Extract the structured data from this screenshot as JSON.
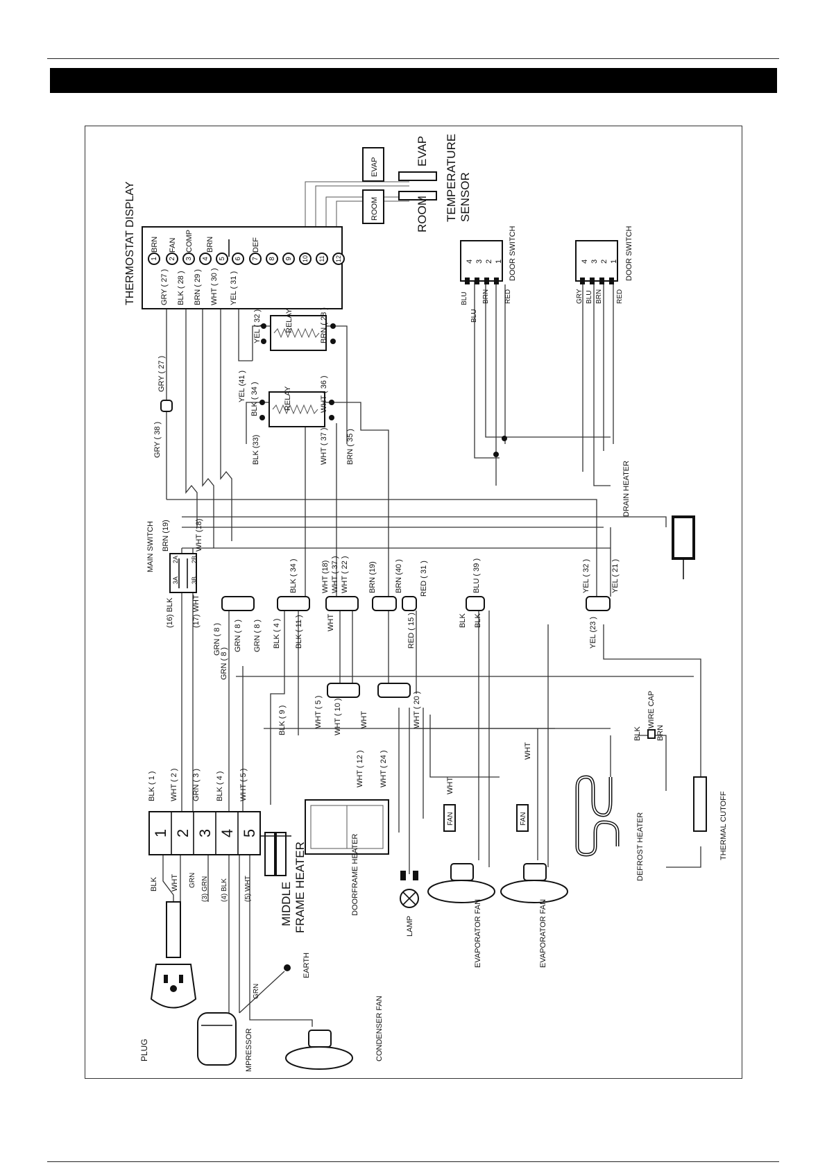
{
  "labels": {
    "thermostat_display": "THERMOSTAT DISPLAY",
    "brn_top": "BRN",
    "fan": "FAN",
    "comp": "COMP",
    "brn_term": "BRN",
    "def": "DEF",
    "gry27": "GRY ( 27 )",
    "blk28": "BLK ( 28 )",
    "brn29": "BRN ( 29 )",
    "wht30": "WHT ( 30 )",
    "yel31": "YEL ( 31 )",
    "t1": "1",
    "t2": "2",
    "t3": "3",
    "t4": "4",
    "t5": "5",
    "t6": "6",
    "t7": "7",
    "t8": "8",
    "t9": "9",
    "t10": "10",
    "t11": "11",
    "t12": "12",
    "evap_box": "EVAP",
    "room_box": "ROOM",
    "evap": "EVAP",
    "room": "ROOM",
    "temp_sensor_1": "TEMPERATURE",
    "temp_sensor_2": "SENSOR",
    "door_switch_1": "DOOR SWITCH",
    "door_switch_2": "DOOR SWITCH",
    "ds1_blu_a": "BLU",
    "ds1_blu_b": "BLU",
    "ds1_brn": "BRN",
    "ds1_red": "RED",
    "ds2_gry": "GRY",
    "ds2_blu": "BLU",
    "ds2_brn": "BRN",
    "ds2_red": "RED",
    "ds_n4": "4",
    "ds_n3": "3",
    "ds_n2": "2",
    "ds_n1": "1",
    "ds_m4": "4",
    "ds_m3": "3",
    "ds_m2": "2",
    "ds_m1": "1",
    "yel32_top": "YEL ( 32 )",
    "relay_1": "RELAY",
    "brn28": "BRN ( 28 )",
    "yel41": "YEL (41 )",
    "blk34_relay": "BLK ( 34 )",
    "relay_2": "RELAY",
    "wht36": "WHT ( 36 )",
    "gry27b": "GRY ( 27 )",
    "gry38": "GRY ( 38 )",
    "blk33": "BLK (33)",
    "wht37": "WHT ( 37 )",
    "brn35": "BRN ( 35 )",
    "drain_heater": "DRAIN HEATER",
    "main_switch": "MAIN SWITCH",
    "blk16": "(16) BLK",
    "wht17": "(17) WHT",
    "brn19": "BRN (19)",
    "wht18": "WHT (18)",
    "ms_3a": "3A",
    "ms_2a": "2A",
    "ms_3b": "3B",
    "ms_2b": "2B",
    "grn8a": "GRN ( 8 )",
    "grn8b": "GRN ( 8 )",
    "grn8c": "GRN ( 8 )",
    "grn8d": "GRN ( 8 )",
    "blk4": "BLK ( 4 )",
    "blk34b": "BLK ( 34 )",
    "blk11": "BLK ( 11 )",
    "wht18b": "WHT (18)",
    "wht37b": "WHT ( 37 )",
    "wht22": "WHT ( 22 )",
    "wht_c4": "WHT",
    "brn19b": "BRN (19)",
    "brn40": "BRN (40 )",
    "red31": "RED ( 31 )",
    "red15": "RED ( 15 )",
    "blu39": "BLU ( 39 )",
    "blk_c6a": "BLK",
    "blk_c6b": "BLK",
    "yel32b": "YEL ( 32 )",
    "yel21": "YEL ( 21 )",
    "yel23": "YEL (23 )",
    "blk9": "BLK ( 9 )",
    "wht5": "WHT ( 5 )",
    "wht10": "WHT ( 10 )",
    "wht_c8": "WHT",
    "wht20": "WHT ( 20 )",
    "wht12": "WHT ( 12 )",
    "wht24": "WHT ( 24 )",
    "wht_fan1": "WHT",
    "wht_fan2": "WHT",
    "blk_wc": "BLK",
    "wire_cap": "WIRE CAP",
    "brn_wc": "BRN",
    "blk1": "BLK ( 1 )",
    "wht2": "WHT ( 2 )",
    "grn3": "GRN ( 3 )",
    "blk4b": "BLK ( 4 )",
    "wht5b": "WHT ( 5 )",
    "tb1": "1",
    "tb2": "2",
    "tb3": "3",
    "tb4": "4",
    "tb5": "5",
    "tb_blk": "BLK",
    "tb_wht": "WHT",
    "tb_grn": "GRN",
    "grn3b": "(3) GRN",
    "blk4c": "(4) BLK",
    "wht5c": "(5) WHT",
    "middle": "MIDDLE",
    "frame_heater": "FRAME HEATER",
    "doorframe_heater": "DOORFRAME HEATER",
    "lamp": "LAMP",
    "fan_box1": "FAN",
    "fan_box2": "FAN",
    "evap_fan1": "EVAPORATOR FAN",
    "evap_fan2": "EVAPORATOR FAN",
    "defrost_heater": "DEFROST HEATER",
    "thermal_cutoff": "THERMAL CUTOFF",
    "grn_earth": "GRN",
    "earth": "EARTH",
    "condenser_fan": "CONDENSER FAN",
    "plug": "PLUG",
    "compressor": "MPRESSOR"
  }
}
